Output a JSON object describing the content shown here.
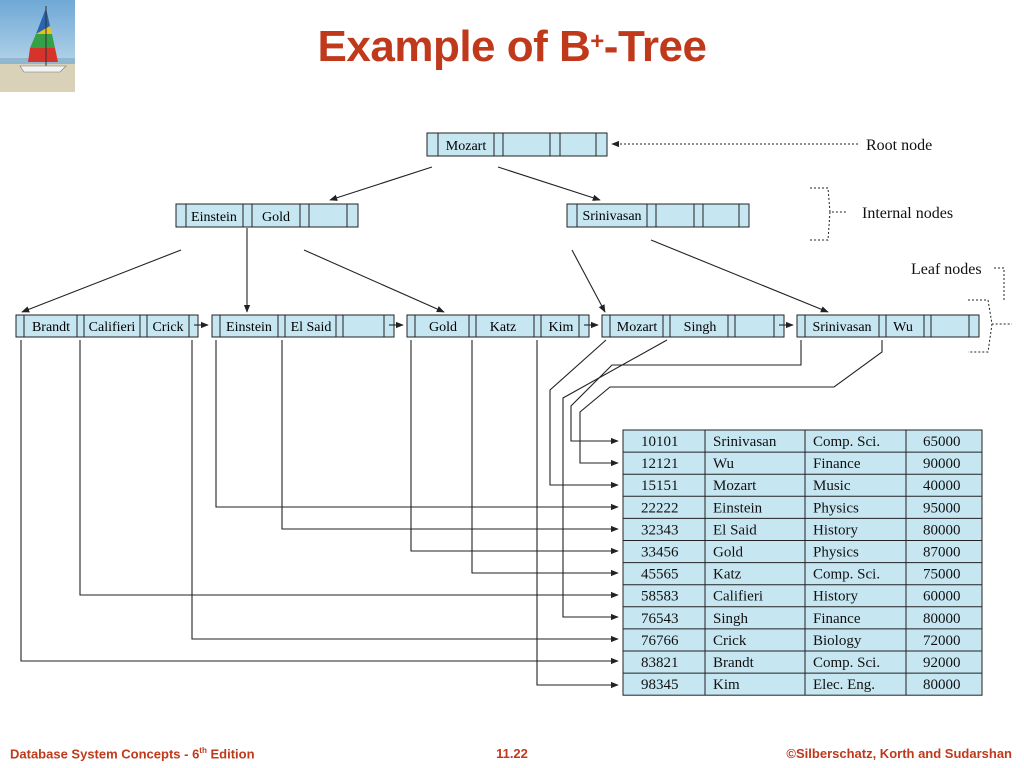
{
  "slide": {
    "title_main": "Example of B",
    "title_sup": "+",
    "title_rest": "-Tree",
    "footer_left_main": "Database System Concepts - 6",
    "footer_left_sup": "th",
    "footer_left_rest": " Edition",
    "page_number": "11.22",
    "copyright": "©Silberschatz, Korth and Sudarshan"
  },
  "labels": {
    "root": "Root node",
    "internal": "Internal nodes",
    "leaf": "Leaf nodes"
  },
  "root_node": {
    "keys": [
      "Mozart"
    ]
  },
  "internal_nodes": [
    {
      "keys": [
        "Einstein",
        "Gold"
      ]
    },
    {
      "keys": [
        "Srinivasan"
      ]
    }
  ],
  "leaf_nodes": [
    {
      "keys": [
        "Brandt",
        "Califieri",
        "Crick"
      ]
    },
    {
      "keys": [
        "Einstein",
        "El Said"
      ]
    },
    {
      "keys": [
        "Gold",
        "Katz",
        "Kim"
      ]
    },
    {
      "keys": [
        "Mozart",
        "Singh"
      ]
    },
    {
      "keys": [
        "Srinivasan",
        "Wu"
      ]
    }
  ],
  "records": [
    [
      "10101",
      "Srinivasan",
      "Comp. Sci.",
      "65000"
    ],
    [
      "12121",
      "Wu",
      "Finance",
      "90000"
    ],
    [
      "15151",
      "Mozart",
      "Music",
      "40000"
    ],
    [
      "22222",
      "Einstein",
      "Physics",
      "95000"
    ],
    [
      "32343",
      "El Said",
      "History",
      "80000"
    ],
    [
      "33456",
      "Gold",
      "Physics",
      "87000"
    ],
    [
      "45565",
      "Katz",
      "Comp. Sci.",
      "75000"
    ],
    [
      "58583",
      "Califieri",
      "History",
      "60000"
    ],
    [
      "76543",
      "Singh",
      "Finance",
      "80000"
    ],
    [
      "76766",
      "Crick",
      "Biology",
      "72000"
    ],
    [
      "83821",
      "Brandt",
      "Comp. Sci.",
      "92000"
    ],
    [
      "98345",
      "Kim",
      "Elec. Eng.",
      "80000"
    ]
  ],
  "colors": {
    "title": "#c0391b",
    "node_fill": "#c6e6f2",
    "table_fill": "#c6e6f2",
    "line": "#222222"
  }
}
